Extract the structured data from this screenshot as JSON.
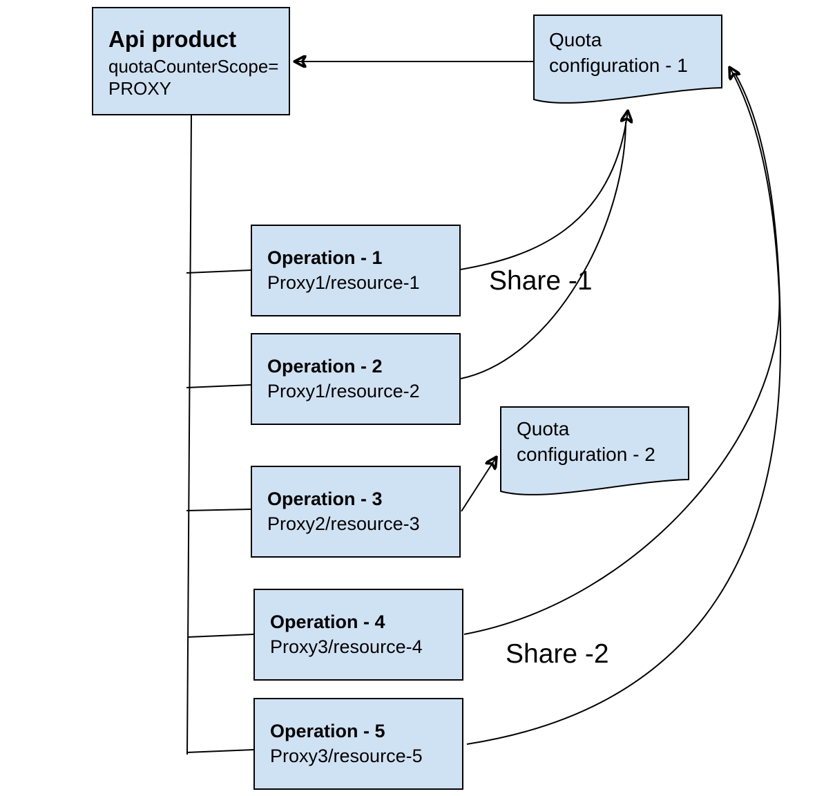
{
  "diagram": {
    "api_product": {
      "title": "Api product",
      "attr_line1": "quotaCounterScope=",
      "attr_line2": "PROXY"
    },
    "operations": [
      {
        "title": "Operation - 1",
        "path": "Proxy1/resource-1"
      },
      {
        "title": "Operation - 2",
        "path": "Proxy1/resource-2"
      },
      {
        "title": "Operation - 3",
        "path": "Proxy2/resource-3"
      },
      {
        "title": "Operation - 4",
        "path": "Proxy3/resource-4"
      },
      {
        "title": "Operation - 5",
        "path": "Proxy3/resource-5"
      }
    ],
    "quota_configurations": [
      {
        "line1": "Quota",
        "line2": "configuration - 1"
      },
      {
        "line1": "Quota",
        "line2": "configuration - 2"
      }
    ],
    "share_labels": {
      "share1": "Share -1",
      "share2": "Share -2"
    },
    "colors": {
      "shape_fill": "#cfe2f3",
      "shape_border": "#000000",
      "connector": "#000000"
    }
  }
}
